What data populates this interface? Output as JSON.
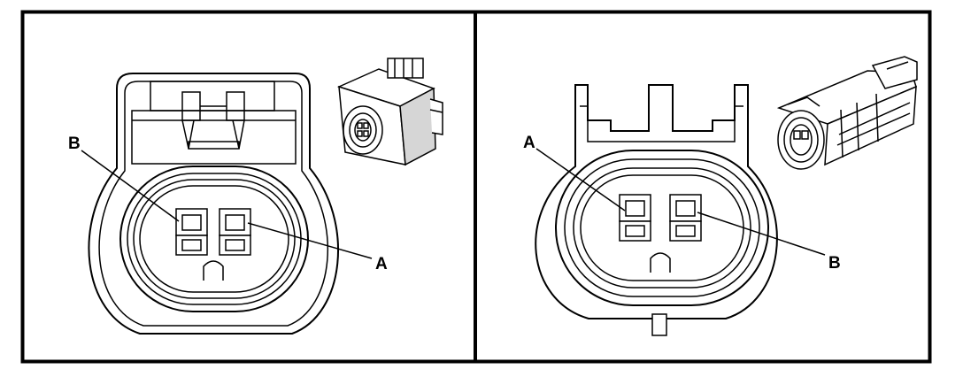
{
  "colors": {
    "ink": "#000000",
    "background": "#ffffff",
    "shade": "#d6d6d6"
  },
  "panels": [
    {
      "callouts": [
        {
          "text": "B",
          "target": "terminal-left"
        },
        {
          "text": "A",
          "target": "terminal-right"
        }
      ]
    },
    {
      "callouts": [
        {
          "text": "A",
          "target": "terminal-left"
        },
        {
          "text": "B",
          "target": "terminal-right"
        }
      ]
    }
  ]
}
